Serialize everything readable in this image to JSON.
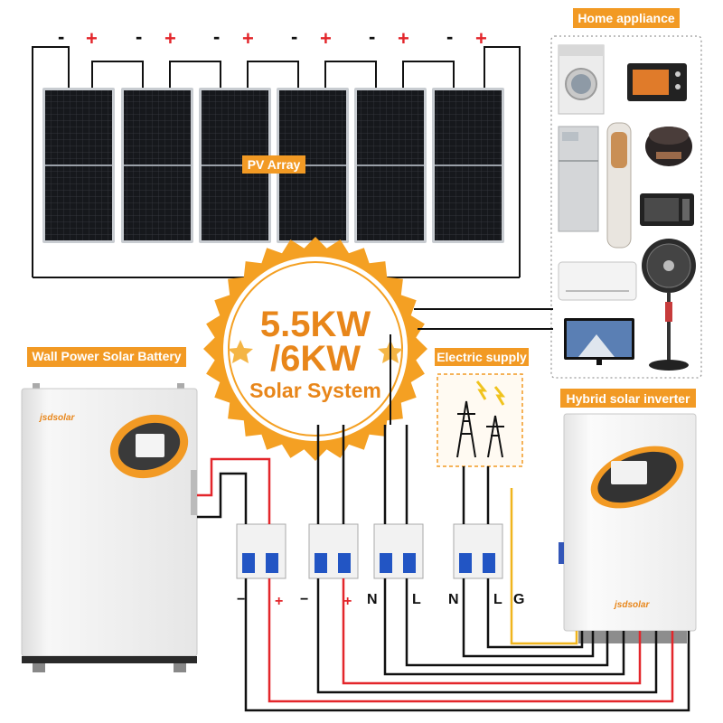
{
  "labels": {
    "pv_array": "PV Array",
    "home_appliance": "Home appliance",
    "wall_battery": "Wall Power Solar Battery",
    "electric_supply": "Electric supply",
    "hybrid_inverter": "Hybrid solar inverter"
  },
  "badge": {
    "line1": "5.5KW",
    "line2": "/6KW",
    "line3": "Solar System"
  },
  "brand": "jsdsolar",
  "pv_polarity": {
    "negative": "-",
    "positive": "+"
  },
  "breaker_terminals": [
    "−",
    "+",
    "−",
    "+",
    "N",
    "L",
    "N",
    "L",
    "G"
  ],
  "colors": {
    "orange": "#f29a24",
    "badge_orange": "#f4a023",
    "red_wire": "#e3262b",
    "yellow_wire": "#f0b51e",
    "black_wire": "#111111"
  }
}
